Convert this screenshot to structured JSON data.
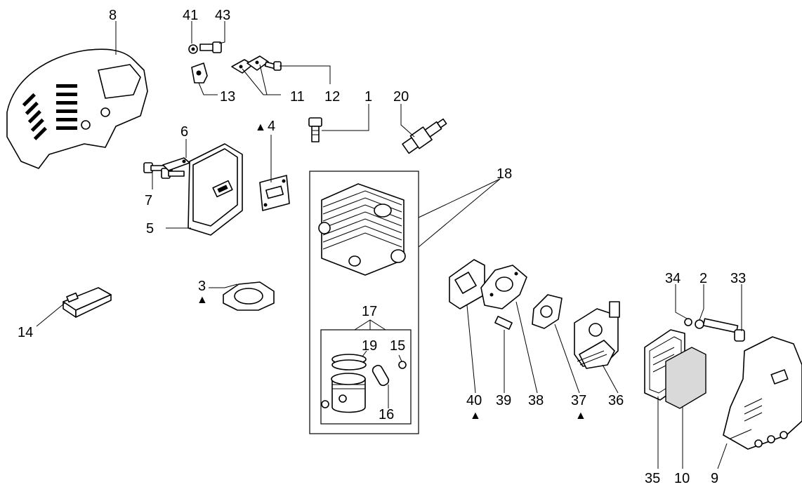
{
  "callouts": {
    "c1": "1",
    "c2": "2",
    "c3": "3",
    "c4": "4",
    "c5": "5",
    "c6": "6",
    "c7": "7",
    "c8": "8",
    "c9": "9",
    "c10": "10",
    "c11": "11",
    "c12": "12",
    "c13": "13",
    "c14": "14",
    "c15": "15",
    "c16": "16",
    "c17": "17",
    "c18": "18",
    "c19": "19",
    "c20": "20",
    "c33": "33",
    "c34": "34",
    "c35": "35",
    "c36": "36",
    "c37": "37",
    "c38": "38",
    "c39": "39",
    "c40": "40",
    "c41": "41",
    "c43": "43"
  },
  "marker": {
    "symbol": "▲"
  }
}
